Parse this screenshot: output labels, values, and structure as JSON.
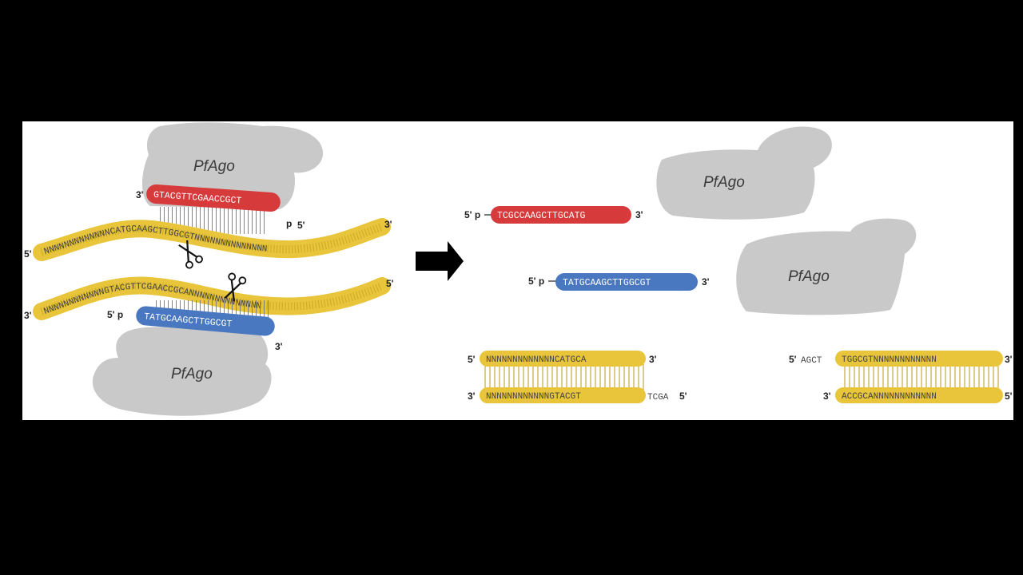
{
  "colors": {
    "background": "#000000",
    "panel": "#ffffff",
    "protein": "#c9c9c9",
    "dna_strand": "#e8c53a",
    "guide_red": "#d63a3a",
    "guide_blue": "#4a78c0",
    "arrow": "#000000"
  },
  "protein": {
    "label": "PfAgo"
  },
  "ends": {
    "three_prime": "3'",
    "five_prime": "5'",
    "five_prime_phosphate": "5' p",
    "phosphate": "p"
  },
  "left": {
    "top_target_seq": "NNNNNNNNNNNNNCATGCAAGCTTGGCGTNNNNNNNNNNNNNN",
    "top_guide_seq": "GTACGTTCGAACCGCT",
    "bottom_target_seq": "NNNNNNNNNNNNGTACGTTCGAACCGCANNNNNNNNNNNNNN",
    "bottom_guide_seq": "TATGCAAGCTTGGCGT"
  },
  "right": {
    "released_red_seq": "TCGCCAAGCTTGCATG",
    "released_blue_seq": "TATGCAAGCTTGGCGT",
    "product1_top_seq": "NNNNNNNNNNNNNCATGCA",
    "product1_bottom_seq": "NNNNNNNNNNNNGTACGT",
    "product1_overhang": "TCGA",
    "product2_top_seq": "TGGCGTNNNNNNNNNNNN",
    "product2_bottom_seq": "ACCGCANNNNNNNNNNNN",
    "product2_overhang": "AGCT"
  }
}
